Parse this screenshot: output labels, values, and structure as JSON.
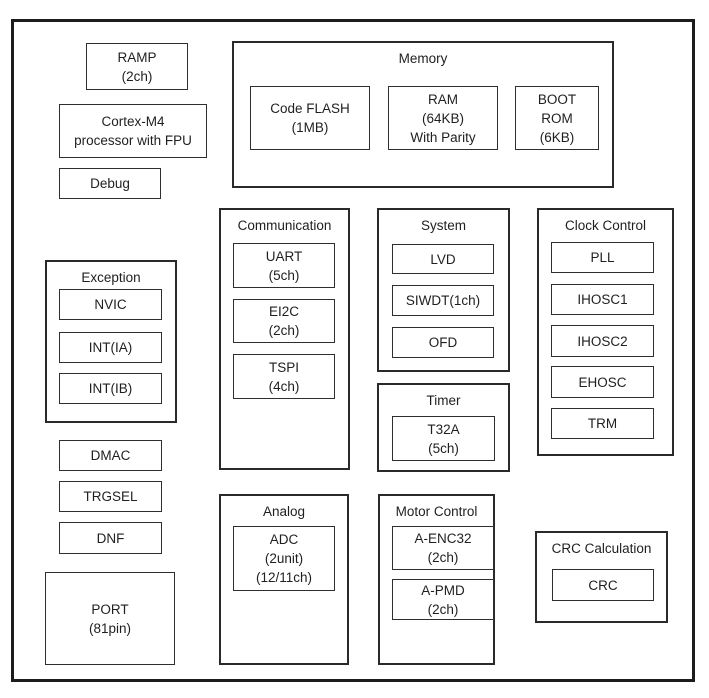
{
  "colors": {
    "line": "#1c1c1c",
    "background": "#ffffff"
  },
  "blocks": {
    "ramp": {
      "lines": [
        "RAMP",
        "(2ch)"
      ]
    },
    "cortex_m4": {
      "lines": [
        "Cortex-M4",
        "processor with FPU"
      ]
    },
    "debug": {
      "label": "Debug"
    },
    "dmac": {
      "label": "DMAC"
    },
    "trgsel": {
      "label": "TRGSEL"
    },
    "dnf": {
      "label": "DNF"
    },
    "port": {
      "lines": [
        "PORT",
        "(81pin)"
      ]
    }
  },
  "groups": {
    "memory": {
      "title": "Memory",
      "blocks": {
        "code_flash": {
          "lines": [
            "Code FLASH",
            "(1MB)"
          ]
        },
        "ram": {
          "lines": [
            "RAM",
            "(64KB)",
            "With Parity"
          ]
        },
        "boot_rom": {
          "lines": [
            "BOOT",
            "ROM",
            "(6KB)"
          ]
        }
      }
    },
    "exception": {
      "title": "Exception",
      "blocks": {
        "nvic": {
          "label": "NVIC"
        },
        "int_ia": {
          "label": "INT(IA)"
        },
        "int_ib": {
          "label": "INT(IB)"
        }
      }
    },
    "communication": {
      "title": "Communication",
      "blocks": {
        "uart": {
          "lines": [
            "UART",
            "(5ch)"
          ]
        },
        "ei2c": {
          "lines": [
            "EI2C",
            "(2ch)"
          ]
        },
        "tspi": {
          "lines": [
            "TSPI",
            "(4ch)"
          ]
        }
      }
    },
    "system": {
      "title": "System",
      "blocks": {
        "lvd": {
          "label": "LVD"
        },
        "siwdt": {
          "label": "SIWDT(1ch)"
        },
        "ofd": {
          "label": "OFD"
        }
      }
    },
    "timer": {
      "title": "Timer",
      "blocks": {
        "t32a": {
          "lines": [
            "T32A",
            "(5ch)"
          ]
        }
      }
    },
    "clock_control": {
      "title": "Clock Control",
      "blocks": {
        "pll": {
          "label": "PLL"
        },
        "ihosc1": {
          "label": "IHOSC1"
        },
        "ihosc2": {
          "label": "IHOSC2"
        },
        "ehosc": {
          "label": "EHOSC"
        },
        "trm": {
          "label": "TRM"
        }
      }
    },
    "analog": {
      "title": "Analog",
      "blocks": {
        "adc": {
          "lines": [
            "ADC",
            "(2unit)",
            "(12/11ch)"
          ]
        }
      }
    },
    "motor_control": {
      "title": "Motor Control",
      "blocks": {
        "a_enc32": {
          "lines": [
            "A-ENC32",
            "(2ch)"
          ]
        },
        "a_pmd": {
          "lines": [
            "A-PMD",
            "(2ch)"
          ]
        }
      }
    },
    "crc_calculation": {
      "title": "CRC Calculation",
      "blocks": {
        "crc": {
          "label": "CRC"
        }
      }
    }
  }
}
